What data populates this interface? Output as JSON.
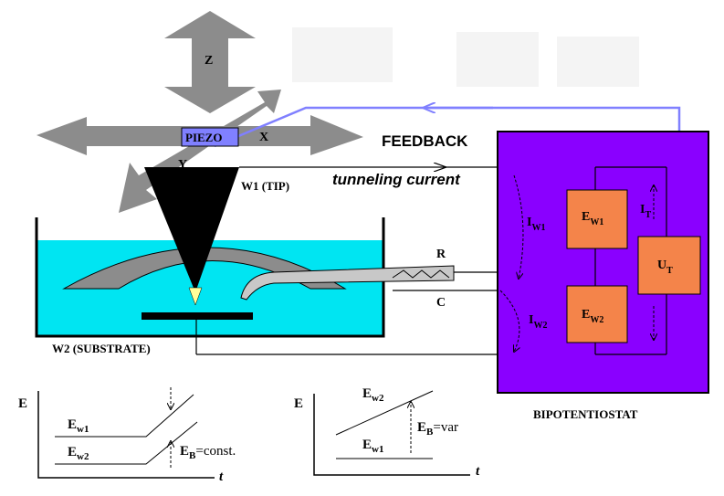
{
  "diagram": {
    "colors": {
      "electrolyte": "#00e5f2",
      "bipotentiostat": "#8a00ff",
      "electrode_box": "#f4844a",
      "piezo_arrow": "#8c8c8c",
      "feedback_line": "#8080ff",
      "piezo_label_bg": "#8080ff"
    },
    "piezo": {
      "z_label": "Z",
      "x_label": "X",
      "y_label": "Y",
      "piezo_label": "PIEZO"
    },
    "labels": {
      "feedback": "FEEDBACK",
      "tunneling_current": "tunneling current",
      "tip": "W1 (TIP)",
      "substrate": "W2 (SUBSTRATE)",
      "reference": "R",
      "counter": "C",
      "bipotentiostat": "BIPOTENTIOSTAT"
    },
    "bipotentiostat_parts": {
      "iw1": {
        "main": "I",
        "sub": "W1"
      },
      "iw2": {
        "main": "I",
        "sub": "W2"
      },
      "ew1": {
        "main": "E",
        "sub": "W1"
      },
      "ew2": {
        "main": "E",
        "sub": "W2"
      },
      "it": {
        "main": "I",
        "sub": "T"
      },
      "ut": {
        "main": "U",
        "sub": "T"
      }
    },
    "graph_const": {
      "y_axis": "E",
      "x_axis": "t",
      "ew1": {
        "main": "E",
        "sub": "w1"
      },
      "ew2": {
        "main": "E",
        "sub": "w2"
      },
      "eb": {
        "main": "E",
        "sub": "B",
        "suffix": "=const."
      }
    },
    "graph_var": {
      "y_axis": "E",
      "x_axis": "t",
      "ew2": {
        "main": "E",
        "sub": "w2"
      },
      "ew1": {
        "main": "E",
        "sub": "w1"
      },
      "eb": {
        "main": "E",
        "sub": "B",
        "suffix": "=var"
      }
    }
  }
}
